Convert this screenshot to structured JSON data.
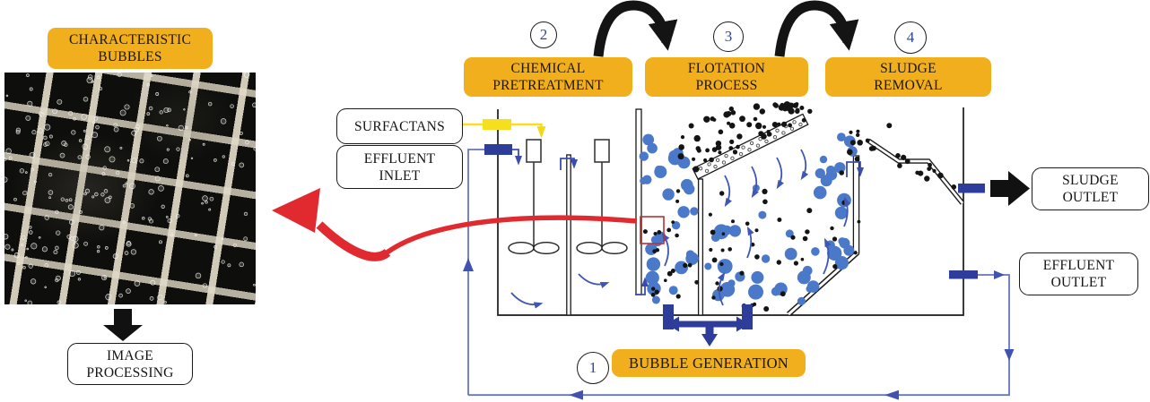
{
  "colors": {
    "label_orange": "#F2AF1D",
    "navy": "#2E3D99",
    "pipe_blue": "#6674C4",
    "flow_blue": "#4056B4",
    "bubble_blue": "#4B79C9",
    "surfactant_yellow": "#F6DF1C",
    "highlight_red": "#E12A30"
  },
  "stages": {
    "bubble_generation": {
      "number": "1",
      "label": "BUBBLE GENERATION"
    },
    "chemical_pretreatment": {
      "number": "2",
      "line1": "CHEMICAL",
      "line2": "PRETREATMENT"
    },
    "flotation_process": {
      "number": "3",
      "line1": "FLOTATION",
      "line2": "PROCESS"
    },
    "sludge_removal": {
      "number": "4",
      "line1": "SLUDGE",
      "line2": "REMOVAL"
    }
  },
  "io_labels": {
    "surfactans": "SURFACTANS",
    "effluent_inlet": {
      "line1": "EFFLUENT",
      "line2": "INLET"
    },
    "sludge_outlet": {
      "line1": "SLUDGE",
      "line2": "OUTLET"
    },
    "effluent_outlet": {
      "line1": "EFFLUENT",
      "line2": "OUTLET"
    }
  },
  "left_panel": {
    "characteristic_bubbles": {
      "line1": "CHARACTERISTIC",
      "line2": "BUBBLES"
    },
    "image_processing": {
      "line1": "IMAGE",
      "line2": "PROCESSING"
    }
  }
}
